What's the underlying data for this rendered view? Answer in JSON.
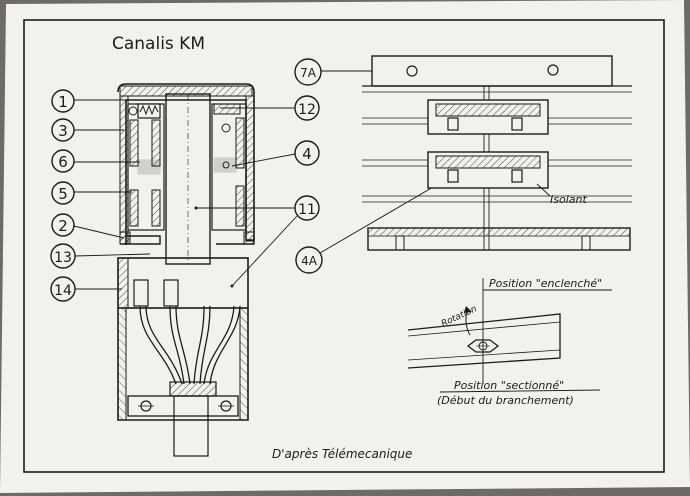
{
  "title": "Canalis KM",
  "credit": "D'après  Télémecanique",
  "callouts": {
    "c1": "1",
    "c3": "3",
    "c6": "6",
    "c5": "5",
    "c2": "2",
    "c13": "13",
    "c14": "14",
    "c12": "12",
    "c4": "4",
    "c11": "11",
    "c7a": "7A",
    "c4a": "4A"
  },
  "labels": {
    "isolant": "Isolant",
    "rotation": "Rotation",
    "position_enclenche": "Position \"enclenché\"",
    "position_sectionne": "Position \"sectionné\"",
    "debut_branchement": "(Début du branchement)"
  },
  "colors": {
    "paper": "#f3f1ec",
    "ink": "#1c1c1c",
    "background": "#6e6a66"
  }
}
